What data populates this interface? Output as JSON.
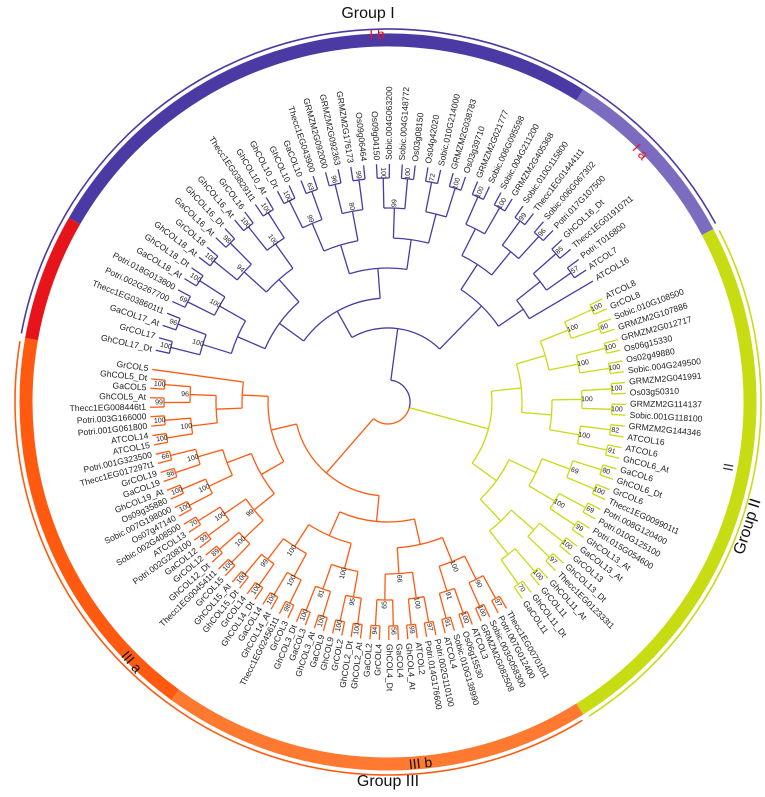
{
  "groups": {
    "g1": "Group I",
    "g2": "Group II",
    "g3": "Group III"
  },
  "subgroups": {
    "ia": "I a",
    "ib": "I b",
    "ii": "II",
    "iiia": "III a",
    "iiib": "III b"
  },
  "colors": {
    "clade_I": "#4b3aa3",
    "clade_Ia": "#7b6cc0",
    "clade_Ired": "#e8141c",
    "clade_II": "#c8dc14",
    "clade_IIIa": "#ff5a10",
    "clade_IIIb": "#ff7a30"
  },
  "tips_group_I": [
    "GhCOL17_Dt",
    "GrCOL17",
    "GaCOL17_At",
    "Thecc1EG038601t1",
    "Potri.002G267700",
    "Potri.018G013800",
    "GaCOL18_At",
    "GhCOL18_Dt",
    "GhCOL18_At",
    "GrCOL18",
    "GaCOL16_At",
    "GhCOL16_Dt",
    "GhCOL16_At",
    "GrCOL16",
    "Thecc1EG038291t1",
    "GhCOL10_At",
    "GhCOL10_Dt",
    "GhCOL10",
    "GaCOL10",
    "Thecc1EG043900",
    "GRMZM2G092000",
    "GRMZM2G092363",
    "GRMZM2G176173",
    "Os09g06464",
    "Os09g04150",
    "Sobic.004G063200",
    "Sobic.004G148772",
    "Os03g08150",
    "Os04g42020",
    "Sobic.010G214000",
    "GRMZM2G038783",
    "Os03g39710",
    "GRMZM2G021777",
    "Sobic.006G095598",
    "Sobic.004G211200",
    "GRMZM2G405368",
    "Sobic.010G115800",
    "Thecc1EG014441t1",
    "Sobic.006G067302",
    "Potri.017G107500",
    "GhCOL16_Dt",
    "Thecc1EG019107t1",
    "Potri.T016800",
    "ATCOL7",
    "ATCOL16"
  ],
  "tips_group_II": [
    "ATCOL8",
    "GrCOL8",
    "Sobic.010G108500",
    "GRMZM2G107886",
    "GRMZM2G012717",
    "Os06g15330",
    "Os02g49880",
    "Sobic.004G249500",
    "GRMZM2G041991",
    "Os03g50310",
    "GRMZM2G114137",
    "Sobic.001G118100",
    "GRMZM2G144346",
    "ATCOL16",
    "ATCOL6",
    "GhCOL6_At",
    "GaCOL6",
    "GhCOL6_Dt",
    "GrCOL6",
    "Thecc1EG009901t1",
    "Potri.008G120400",
    "Potri.010G125100",
    "Potri.015G054600",
    "GhCOL13_At",
    "GaCOL13_At",
    "GrCOL13",
    "GhCOL13_Dt",
    "Thecc1EG012333t1",
    "GhCOL11_At",
    "GrCOL11",
    "GhCOL11_Dt",
    "GaCOL11"
  ],
  "tips_group_III": [
    "Thecc1EG007010t1",
    "Potri.007G012400",
    "Sobic.003G058300",
    "GRMZM2G082508",
    "ATCOL3",
    "Os06g15530",
    "Sobic.010G138990",
    "ATCOL4",
    "Potri.002G110100",
    "Potri.014G176600",
    "ATCOL2",
    "GhCOL4_At",
    "GaCOL4",
    "GhCOL4_Dt",
    "GrCOL4",
    "GaCOL2",
    "GhCOL2_At",
    "GhCOL2_Dt",
    "GrCOL2",
    "GhCOL9",
    "GaCOL9",
    "GhCOL3_At",
    "GaCOL3",
    "GhCOL3_Dt",
    "GrCOL3",
    "Thecc1EG024561t1",
    "GhCOL14_At",
    "GaCOL14",
    "GhCOL14_Dt",
    "GrCOL14",
    "GhCOL15_Dt",
    "GhCOL15_At",
    "GrCOL15",
    "Thecc1EG004541t1",
    "GhCOL12_Dt",
    "GrCOL12",
    "GaCOL12",
    "Potri.002G208100",
    "ATCOL13",
    "Sobic.002G408500",
    "Os07g47140",
    "Sobic.007G198000",
    "Os09g35880",
    "GhCOL19_At",
    "GaCOL19",
    "GrCOL19",
    "Thecc1EG017297t1",
    "Potri.001G323500",
    "ATCOL15",
    "ATCOL14",
    "Potri.001G061800",
    "Potri.003G166000",
    "Thecc1EG008446t1",
    "GhCOL5_At",
    "GaCOL5",
    "GhCOL5_Dt",
    "GrCOL5"
  ],
  "bootstraps_I": [
    "100",
    "96",
    "69",
    "100",
    "100",
    "98",
    "100",
    "100",
    "100",
    "63",
    "96",
    "99",
    "100",
    "100",
    "72",
    "100",
    "100",
    "100",
    "99",
    "96",
    "85",
    "57",
    "100",
    "100",
    "94",
    "100",
    "99",
    "80",
    "99"
  ],
  "bootstraps_II": [
    "100",
    "60",
    "100",
    "100",
    "100",
    "100",
    "82",
    "91",
    "80",
    "100",
    "69",
    "99",
    "100",
    "97",
    "100",
    "70",
    "100",
    "100",
    "100",
    "100",
    "69",
    "100"
  ],
  "bootstraps_III": [
    "97",
    "100",
    "100",
    "91",
    "97",
    "99",
    "56",
    "94",
    "100",
    "100",
    "100",
    "100",
    "98",
    "100",
    "100",
    "100",
    "100",
    "89",
    "93",
    "70",
    "100",
    "100",
    "98",
    "66",
    "100",
    "100",
    "99",
    "100",
    "90",
    "91",
    "100",
    "65",
    "95",
    "81",
    "100",
    "99",
    "100",
    "100",
    "100",
    "100",
    "100",
    "96",
    "100",
    "66",
    "100",
    "100",
    "99"
  ]
}
